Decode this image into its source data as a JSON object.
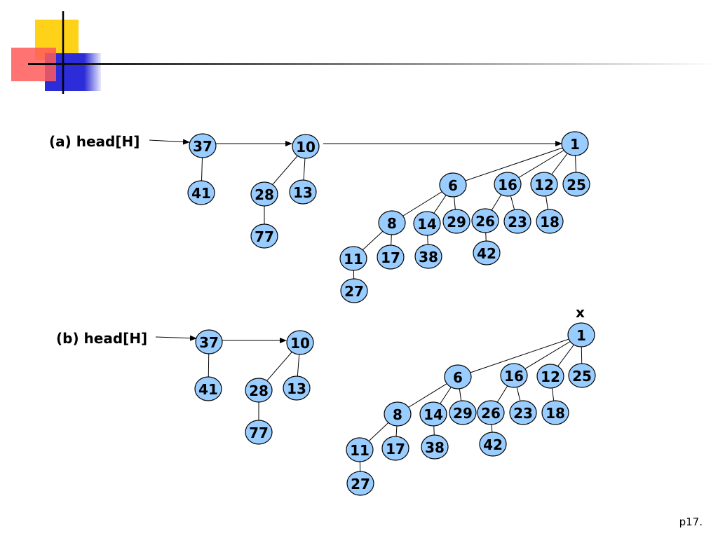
{
  "colors": {
    "node_fill": "#99ccff",
    "stroke": "#000000",
    "deco_yellow": "#ffd21a",
    "deco_red": "#ff5a5a",
    "deco_blue": "#2c2cd8"
  },
  "icons": {
    "slide_decoration": "colored-squares-crosshair-icon"
  },
  "page_number": "p17.",
  "panels": [
    {
      "id": "a",
      "head_label": "(a) head[H]",
      "x_label": "",
      "roots": [
        "37",
        "10",
        "1"
      ],
      "nodes": [
        {
          "id": "a37",
          "label": "37"
        },
        {
          "id": "a41",
          "label": "41"
        },
        {
          "id": "a10",
          "label": "10"
        },
        {
          "id": "a28",
          "label": "28"
        },
        {
          "id": "a13",
          "label": "13"
        },
        {
          "id": "a77",
          "label": "77"
        },
        {
          "id": "a1",
          "label": "1"
        },
        {
          "id": "a6",
          "label": "6"
        },
        {
          "id": "a16",
          "label": "16"
        },
        {
          "id": "a12",
          "label": "12"
        },
        {
          "id": "a25",
          "label": "25"
        },
        {
          "id": "a8",
          "label": "8"
        },
        {
          "id": "a14",
          "label": "14"
        },
        {
          "id": "a29",
          "label": "29"
        },
        {
          "id": "a26",
          "label": "26"
        },
        {
          "id": "a23",
          "label": "23"
        },
        {
          "id": "a18",
          "label": "18"
        },
        {
          "id": "a11",
          "label": "11"
        },
        {
          "id": "a17",
          "label": "17"
        },
        {
          "id": "a38",
          "label": "38"
        },
        {
          "id": "a42",
          "label": "42"
        },
        {
          "id": "a27",
          "label": "27"
        }
      ],
      "edges": [
        [
          "a37",
          "a41"
        ],
        [
          "a10",
          "a28"
        ],
        [
          "a10",
          "a13"
        ],
        [
          "a28",
          "a77"
        ],
        [
          "a1",
          "a6"
        ],
        [
          "a1",
          "a16"
        ],
        [
          "a1",
          "a12"
        ],
        [
          "a1",
          "a25"
        ],
        [
          "a6",
          "a8"
        ],
        [
          "a6",
          "a14"
        ],
        [
          "a6",
          "a29"
        ],
        [
          "a16",
          "a26"
        ],
        [
          "a16",
          "a23"
        ],
        [
          "a12",
          "a18"
        ],
        [
          "a8",
          "a11"
        ],
        [
          "a8",
          "a17"
        ],
        [
          "a14",
          "a38"
        ],
        [
          "a26",
          "a42"
        ],
        [
          "a11",
          "a27"
        ]
      ]
    },
    {
      "id": "b",
      "head_label": "(b) head[H]",
      "x_label": "x",
      "roots": [
        "37",
        "10"
      ],
      "nodes": [
        {
          "id": "b37",
          "label": "37"
        },
        {
          "id": "b41",
          "label": "41"
        },
        {
          "id": "b10",
          "label": "10"
        },
        {
          "id": "b28",
          "label": "28"
        },
        {
          "id": "b13",
          "label": "13"
        },
        {
          "id": "b77",
          "label": "77"
        },
        {
          "id": "b1",
          "label": "1"
        },
        {
          "id": "b6",
          "label": "6"
        },
        {
          "id": "b16",
          "label": "16"
        },
        {
          "id": "b12",
          "label": "12"
        },
        {
          "id": "b25",
          "label": "25"
        },
        {
          "id": "b8",
          "label": "8"
        },
        {
          "id": "b14",
          "label": "14"
        },
        {
          "id": "b29",
          "label": "29"
        },
        {
          "id": "b26",
          "label": "26"
        },
        {
          "id": "b23",
          "label": "23"
        },
        {
          "id": "b18",
          "label": "18"
        },
        {
          "id": "b11",
          "label": "11"
        },
        {
          "id": "b17",
          "label": "17"
        },
        {
          "id": "b38",
          "label": "38"
        },
        {
          "id": "b42",
          "label": "42"
        },
        {
          "id": "b27",
          "label": "27"
        }
      ],
      "edges": [
        [
          "b37",
          "b41"
        ],
        [
          "b10",
          "b28"
        ],
        [
          "b10",
          "b13"
        ],
        [
          "b28",
          "b77"
        ],
        [
          "b1",
          "b6"
        ],
        [
          "b1",
          "b16"
        ],
        [
          "b1",
          "b12"
        ],
        [
          "b1",
          "b25"
        ],
        [
          "b6",
          "b8"
        ],
        [
          "b6",
          "b14"
        ],
        [
          "b6",
          "b29"
        ],
        [
          "b16",
          "b26"
        ],
        [
          "b16",
          "b23"
        ],
        [
          "b12",
          "b18"
        ],
        [
          "b8",
          "b11"
        ],
        [
          "b8",
          "b17"
        ],
        [
          "b14",
          "b38"
        ],
        [
          "b26",
          "b42"
        ],
        [
          "b11",
          "b27"
        ]
      ]
    }
  ]
}
